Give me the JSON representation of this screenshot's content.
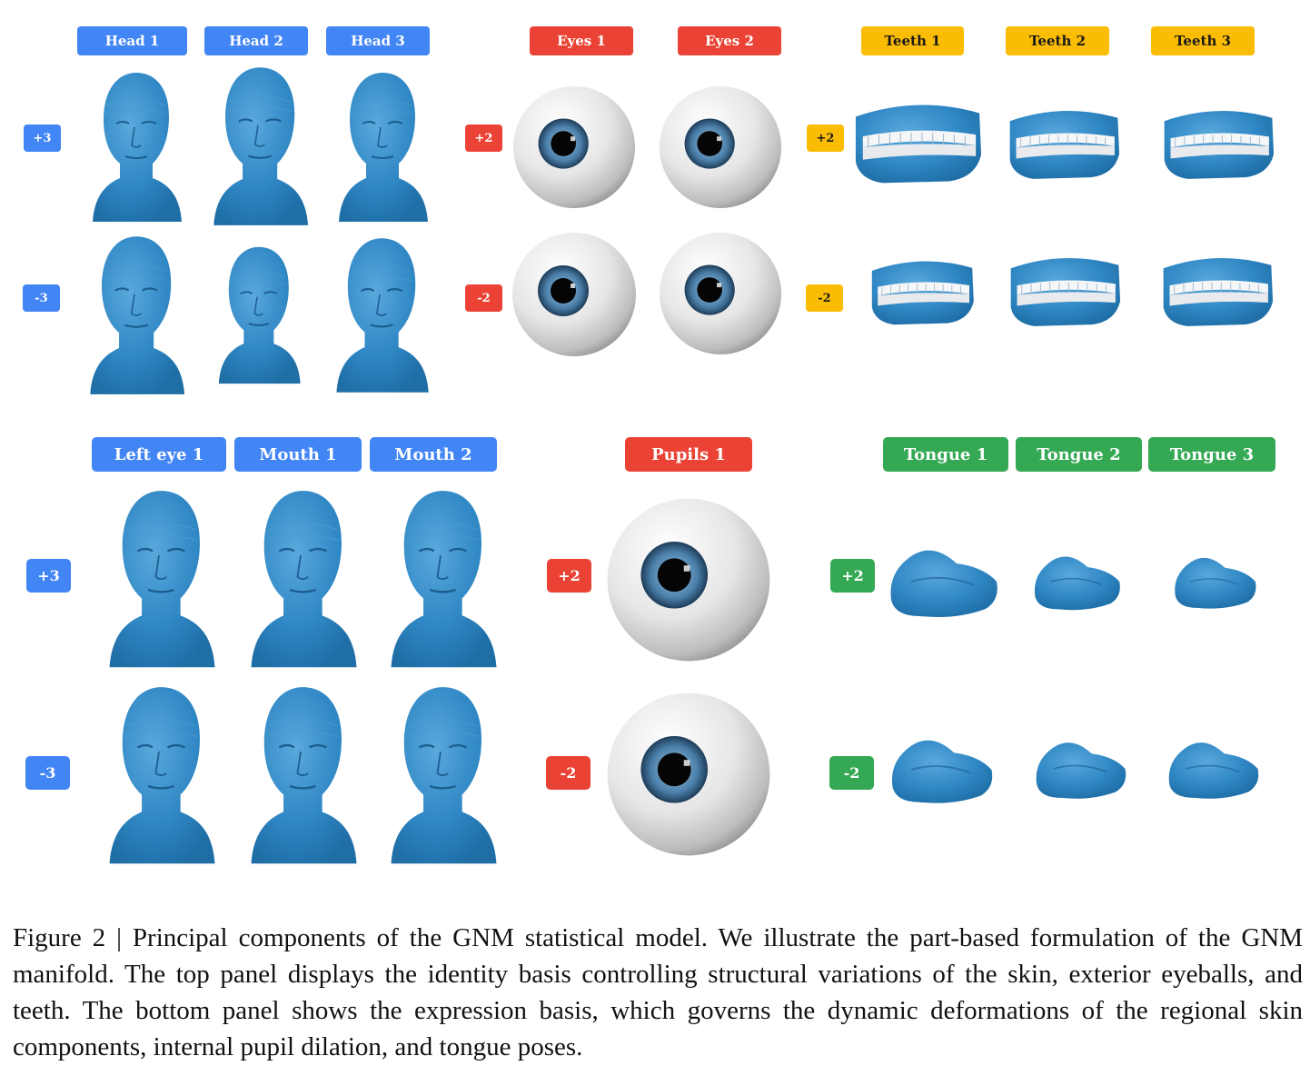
{
  "top_panel": {
    "head_labels": [
      "Head 1",
      "Head 2",
      "Head 3"
    ],
    "eye_labels": [
      "Eyes 1",
      "Eyes 2"
    ],
    "teeth_labels": [
      "Teeth 1",
      "Teeth 2",
      "Teeth 3"
    ],
    "head_rows": [
      "+3",
      "-3"
    ],
    "eye_rows": [
      "+2",
      "-2"
    ],
    "teeth_rows": [
      "+2",
      "-2"
    ]
  },
  "bottom_panel": {
    "skin_labels": [
      "Left eye 1",
      "Mouth 1",
      "Mouth 2"
    ],
    "pupil_labels": [
      "Pupils 1"
    ],
    "tongue_labels": [
      "Tongue 1",
      "Tongue 2",
      "Tongue 3"
    ],
    "skin_rows": [
      "+3",
      "-3"
    ],
    "pupil_rows": [
      "+2",
      "-2"
    ],
    "tongue_rows": [
      "+2",
      "-2"
    ]
  },
  "colors": {
    "blue": "#4285f4",
    "red": "#ea4335",
    "yellow": "#fbbc04",
    "green": "#34a853",
    "mesh": "#2f87c4"
  },
  "caption": "Figure 2 | Principal components of the GNM statistical model. We illustrate the part-based formulation of the GNM manifold. The top panel displays the identity basis controlling structural variations of the skin, exterior eyeballs, and teeth. The bottom panel shows the expression basis, which governs the dynamic deformations of the regional skin components, internal pupil dilation, and tongue poses."
}
